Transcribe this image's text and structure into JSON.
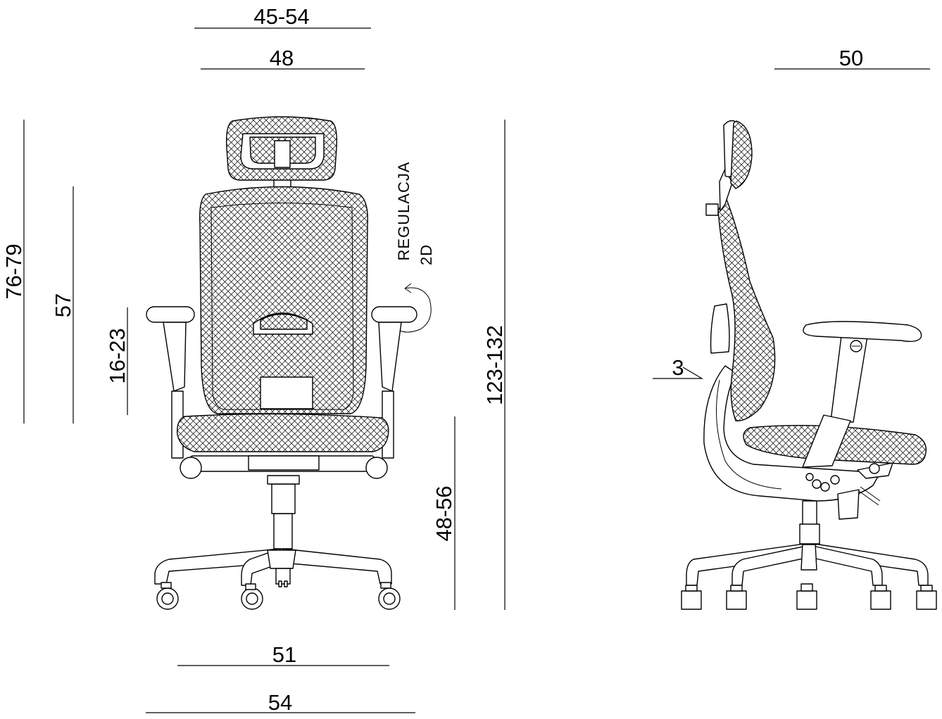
{
  "front_view": {
    "headrest_width": "45-54",
    "backrest_width": "48",
    "total_height": "76-79",
    "backrest_height": "57",
    "armrest_height": "16-23",
    "overall_height": "123-132",
    "seat_height": "48-56",
    "seat_width": "51",
    "base_width": "54",
    "armrest_adjustment_label": "REGULACJA",
    "armrest_adjustment_type": "2D"
  },
  "side_view": {
    "seat_depth": "50",
    "tilt_label": "3"
  }
}
